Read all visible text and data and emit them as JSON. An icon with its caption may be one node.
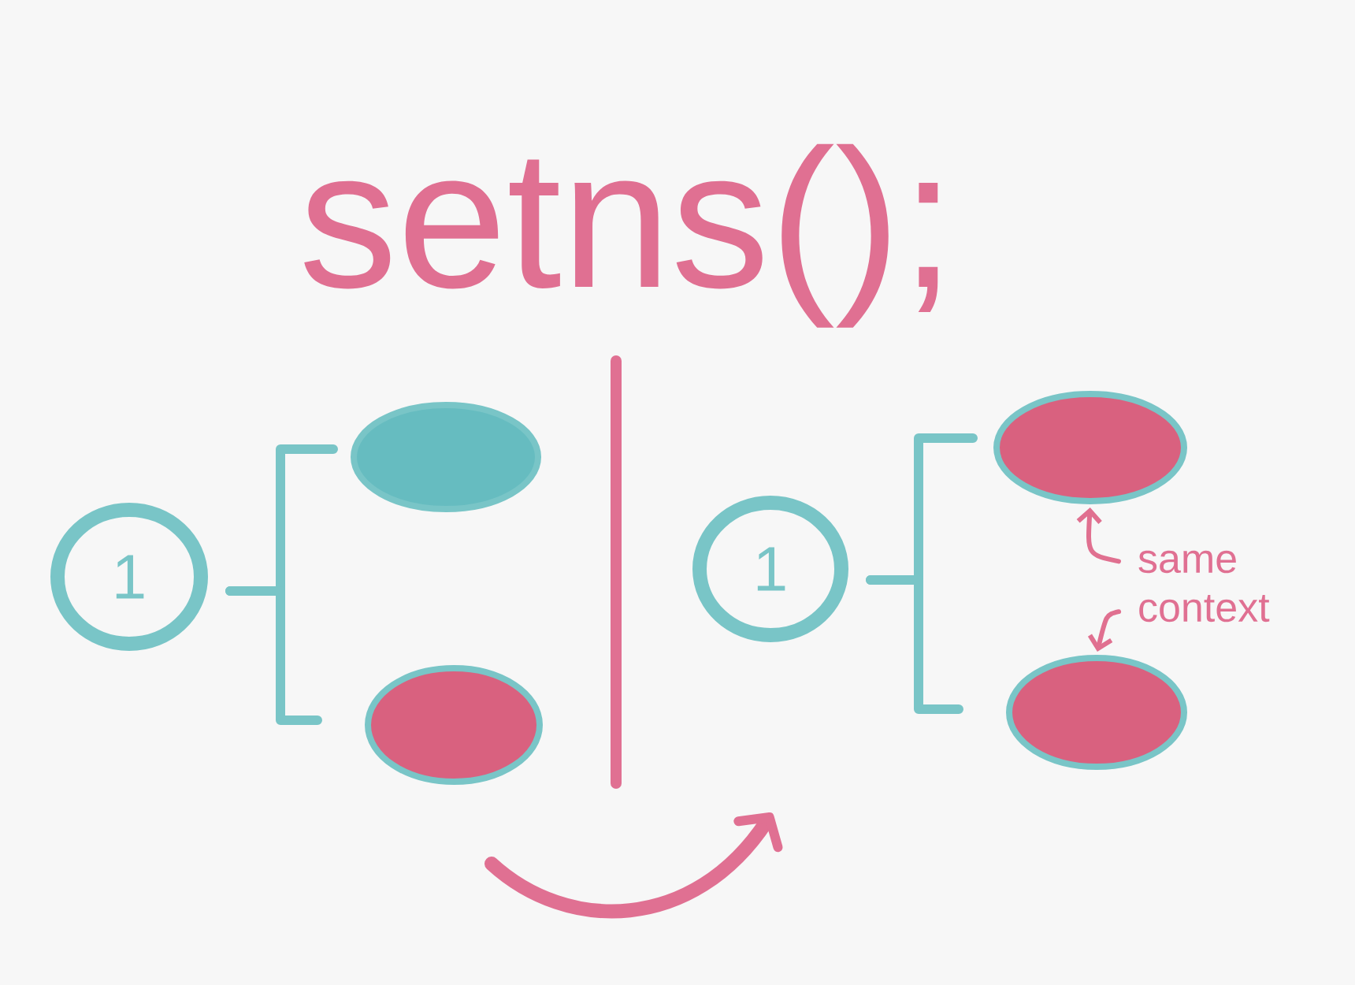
{
  "diagram": {
    "title": "setns();",
    "nodes": [
      {
        "text": [
          "1"
        ]
      },
      {
        "text": [],
        "shape": "ellipse"
      },
      {
        "text": [],
        "shape": "ellipse"
      },
      {
        "text": [
          "1"
        ]
      },
      {
        "text": [],
        "shape": "ellipse"
      },
      {
        "text": [],
        "shape": "ellipse"
      },
      {
        "text": [
          "same context"
        ]
      }
    ],
    "edges": [
      {
        "from": 0,
        "to": 1,
        "arrow": "none"
      },
      {
        "from": 0,
        "to": 2,
        "arrow": "none"
      },
      {
        "from": 3,
        "to": 4,
        "arrow": "none"
      },
      {
        "from": 3,
        "to": 5,
        "arrow": "none"
      },
      {
        "from": 6,
        "to": 4,
        "arrow": "to",
        "color": "#e07090"
      },
      {
        "from": 6,
        "to": 5,
        "arrow": "to",
        "color": "#e07090"
      }
    ]
  }
}
